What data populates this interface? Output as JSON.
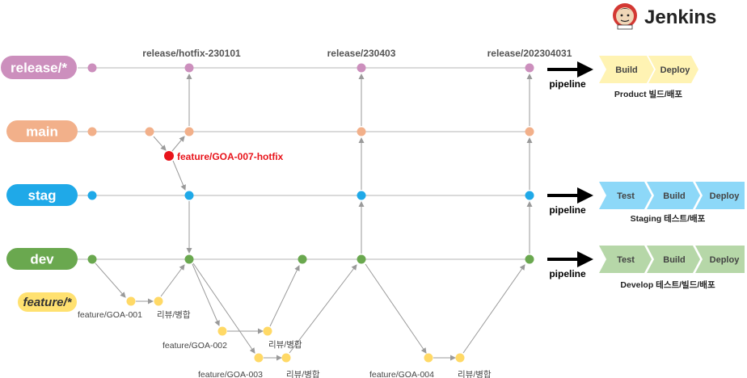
{
  "logo": {
    "text": "Jenkins",
    "icon": "jenkins-butler-icon"
  },
  "branches": {
    "release": {
      "label": "release/*",
      "color": "#cc8fbd"
    },
    "main": {
      "label": "main",
      "color": "#f2b08a"
    },
    "stag": {
      "label": "stag",
      "color": "#1fa9e8"
    },
    "dev": {
      "label": "dev",
      "color": "#6aa84f"
    },
    "feature": {
      "label": "feature/*",
      "color": "#ffe170"
    }
  },
  "release_tags": {
    "hotfix": "release/hotfix-230101",
    "r1": "release/230403",
    "r2": "release/202304031"
  },
  "hotfix_branch": {
    "label": "feature/GOA-007-hotfix",
    "color": "#e8141b"
  },
  "features": {
    "f1": "feature/GOA-001",
    "f2": "feature/GOA-002",
    "f3": "feature/GOA-003",
    "f4": "feature/GOA-004",
    "review": "리뷰/병합"
  },
  "pipelines": {
    "product": {
      "arrow_label": "pipeline",
      "caption": "Product  빌드/배포",
      "stages": [
        "Build",
        "Deploy"
      ],
      "color": "#fff3b3"
    },
    "staging": {
      "arrow_label": "pipeline",
      "caption": "Staging  테스트/배포",
      "stages": [
        "Test",
        "Build",
        "Deploy"
      ],
      "color": "#8dd8f8"
    },
    "develop": {
      "arrow_label": "pipeline",
      "caption": "Develop  테스트/빌드/배포",
      "stages": [
        "Test",
        "Build",
        "Deploy"
      ],
      "color": "#b6d7a8"
    }
  }
}
